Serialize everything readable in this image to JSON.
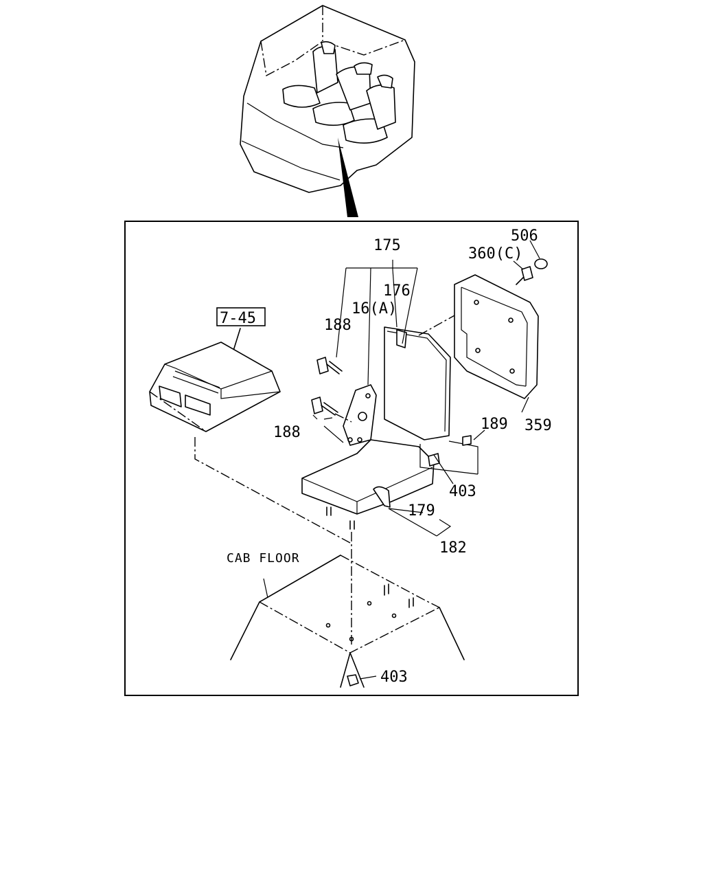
{
  "diagram": {
    "frame_ref": "7-45",
    "callouts": [
      {
        "id": "c175",
        "text": "175"
      },
      {
        "id": "c176",
        "text": "176"
      },
      {
        "id": "c16a",
        "text": "16(A)"
      },
      {
        "id": "c188a",
        "text": "188"
      },
      {
        "id": "c188b",
        "text": "188"
      },
      {
        "id": "c506",
        "text": "506"
      },
      {
        "id": "c360c",
        "text": "360(C)"
      },
      {
        "id": "c189",
        "text": "189"
      },
      {
        "id": "c359",
        "text": "359"
      },
      {
        "id": "c403a",
        "text": "403"
      },
      {
        "id": "c179",
        "text": "179"
      },
      {
        "id": "c182",
        "text": "182"
      },
      {
        "id": "c403b",
        "text": "403"
      }
    ],
    "area_label": "CAB FLOOR"
  }
}
